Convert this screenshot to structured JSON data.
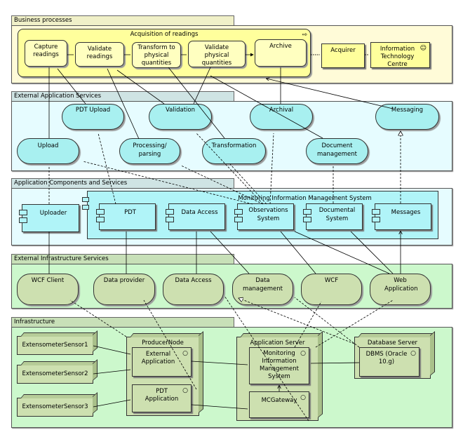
{
  "layers": {
    "business": "Business processes",
    "ext_app": "External Application Services",
    "app": "Application Components and Services",
    "ext_infra": "External Infrastructure Services",
    "infra": "Infrastructure"
  },
  "business": {
    "group": "Acquisition of readings",
    "processes": [
      "Capture readings",
      "Validate readings",
      "Transform to physical quantities",
      "Validate physical quantities",
      "Archive"
    ],
    "role": "Acquirer",
    "actor": "Information Technology Centre"
  },
  "ext_app_services": [
    "PDT Upload",
    "Validation",
    "Archival",
    "Messaging",
    "Upload",
    "Processing/ parsing",
    "Transformation",
    "Document management"
  ],
  "app": {
    "group": "Monitoring Information Management System",
    "uploader": "Uploader",
    "components": [
      "PDT",
      "Data Access",
      "Observations System",
      "Documental System",
      "Messages"
    ]
  },
  "ext_infra_services": [
    "WCF Client",
    "Data provider",
    "Data Access",
    "Data management",
    "WCF",
    "Web Application"
  ],
  "infra": {
    "sensors": [
      "ExtensometerSensor1",
      "ExtensometerSensor2",
      "ExtensometerSensor3"
    ],
    "producer": {
      "name": "ProducerNode",
      "systems": [
        "External Application",
        "PDT Application"
      ]
    },
    "app_server": {
      "name": "Application Server",
      "systems": [
        "Monitoring Information Management System",
        "MCGateway"
      ]
    },
    "db_server": {
      "name": "Database Server",
      "systems": [
        "DBMS (Oracle 10.g)"
      ]
    }
  }
}
